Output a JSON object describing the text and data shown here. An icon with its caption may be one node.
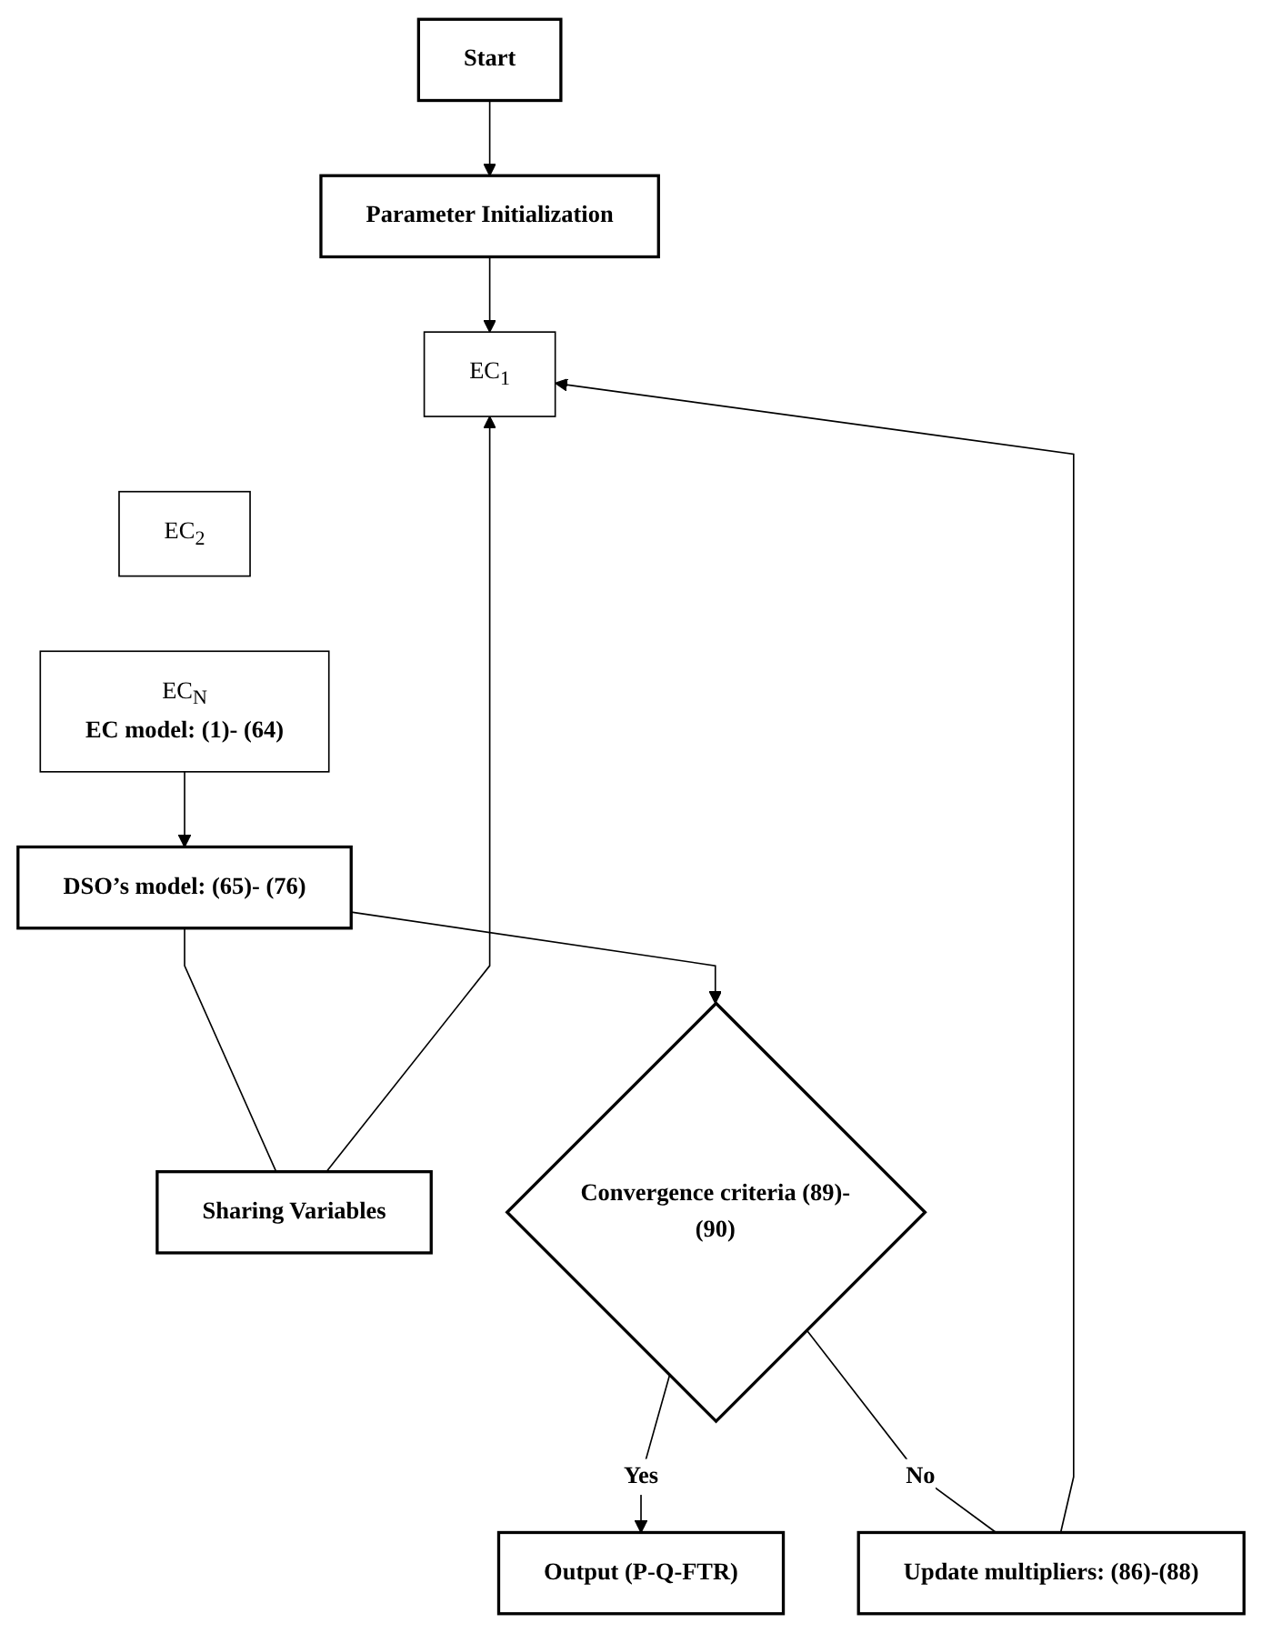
{
  "diagram": {
    "nodes": [
      {
        "text": [
          "Start"
        ]
      },
      {
        "text": [
          "Parameter Initialization"
        ]
      },
      {
        "text": [
          "EC$_{1}$"
        ]
      },
      {
        "text": [
          "EC$_{2}$"
        ]
      },
      {
        "text": [
          "EC$_{N}$",
          "EC model: (1)- (64)"
        ]
      },
      {
        "text": [
          "Sharing Variables"
        ]
      },
      {
        "text": [
          "Update multipliers: (86)-(88)"
        ]
      },
      {
        "text": [
          "DSO’s model: (65)- (76)"
        ]
      },
      {
        "text": [
          "Convergence criteria (89)-(90)"
        ]
      },
      {
        "text": [
          "Output (P-Q-FTR)"
        ]
      }
    ],
    "edges": [
      {
        "from": 0,
        "to": 1,
        "arrow": "to"
      },
      {
        "from": 1,
        "to": 2,
        "arrow": "to"
      },
      {
        "from": 5,
        "to": 2,
        "arrow": "to"
      },
      {
        "from": 6,
        "to": 2,
        "arrow": "to"
      },
      {
        "from": 4,
        "to": 7,
        "arrow": "to"
      },
      {
        "from": 7,
        "to": 5,
        "arrow": "none"
      },
      {
        "from": 7,
        "to": 8,
        "arrow": "to"
      },
      {
        "from": 8,
        "to": 9,
        "arrow": "to",
        "label": "Yes"
      },
      {
        "from": 8,
        "to": 6,
        "arrow": "none",
        "label": "No"
      }
    ]
  }
}
